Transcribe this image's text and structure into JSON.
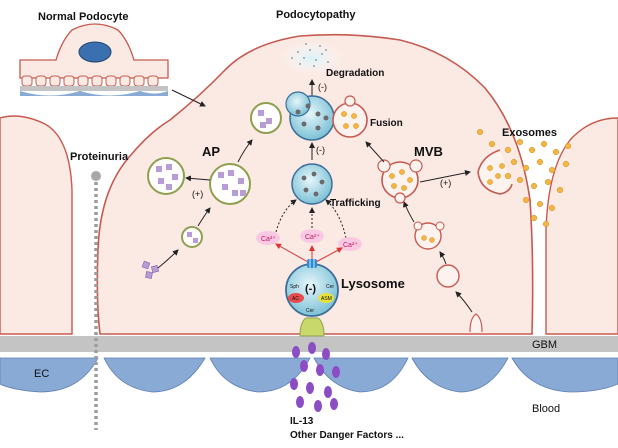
{
  "labels": {
    "normal_podocyte": "Normal Podocyte",
    "podocytopathy": "Podocytopathy",
    "degradation": "Degradation",
    "degradation_sign": "(-)",
    "fusion": "Fusion",
    "fusion_sign": "(-)",
    "trafficking": "Trafficking",
    "ap": "AP",
    "ap_sign": "(+)",
    "mvb": "MVB",
    "mvb_sign": "(+)",
    "exosomes": "Exosomes",
    "proteinuria": "Proteinuria",
    "lysosome": "Lysosome",
    "lysosome_sign": "(-)",
    "ca_1": "Ca²⁺",
    "ca_2": "Ca²⁺",
    "ca_3": "Ca²⁺",
    "smpd": "Sph",
    "cer_d": "Cer",
    "ac": "AC",
    "asm": "ASM",
    "ca_receptor": "Cer",
    "gbm": "GBM",
    "ec": "EC",
    "blood": "Blood",
    "il13": "IL-13",
    "danger": "Other Danger Factors ..."
  },
  "colors": {
    "cell_fill": "#fbe9e3",
    "cell_stroke": "#c75a50",
    "gbm_fill": "#c8c8c8",
    "endothelium": "#7fa3d1",
    "autophagosome_ring": "#8ea04f",
    "autophagosome_cargo": "#b79cd6",
    "lysosome_fill": "#9fd3e0",
    "lysosome_stroke": "#3d6e99",
    "exosome_fill": "#f3b646",
    "mvb_stroke": "#c75a50",
    "danger_factor": "#8b4cc4",
    "nucleus": "#3a6fb0"
  }
}
